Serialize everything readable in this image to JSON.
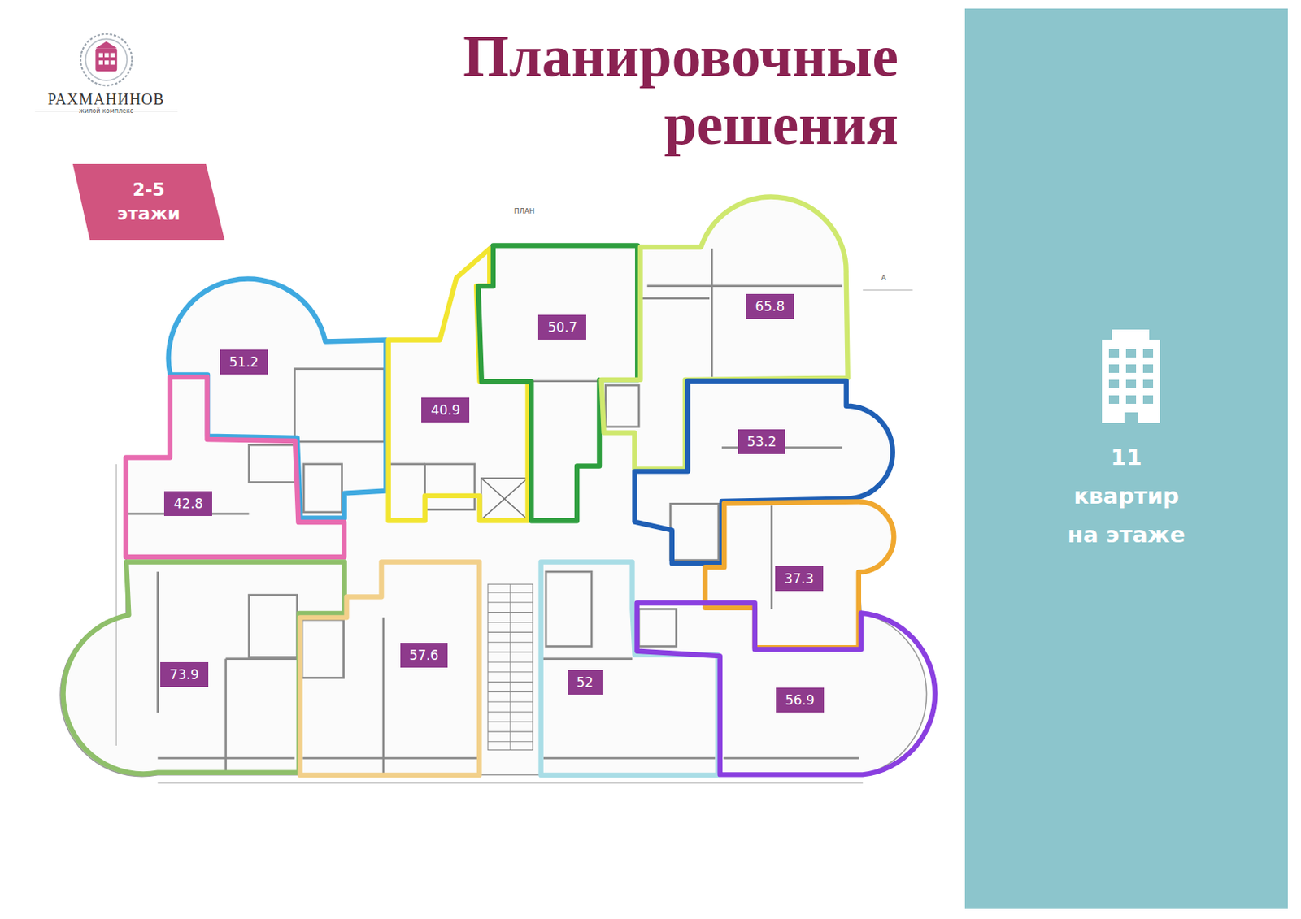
{
  "diagram": {
    "title": "Планировочные решения",
    "nodes": [
      {
        "text": [
          "2-5 этажи"
        ]
      },
      {
        "text": [
          "51.2"
        ]
      },
      {
        "text": [
          "40.9"
        ]
      },
      {
        "text": [
          "50.7"
        ]
      },
      {
        "text": [
          "65.8"
        ]
      },
      {
        "text": [
          "42.8"
        ]
      },
      {
        "text": [
          "53.2"
        ]
      },
      {
        "text": [
          "37.3"
        ]
      },
      {
        "text": [
          "73.9"
        ]
      },
      {
        "text": [
          "57.6"
        ]
      },
      {
        "text": [
          "52"
        ]
      },
      {
        "text": [
          "56.9"
        ]
      },
      {
        "text": [
          "11 квартир на этаже"
        ]
      }
    ],
    "labels": [
      "РАХМАНИНОВ",
      "жилой комплекс",
      "ПЛАН",
      "А"
    ]
  }
}
